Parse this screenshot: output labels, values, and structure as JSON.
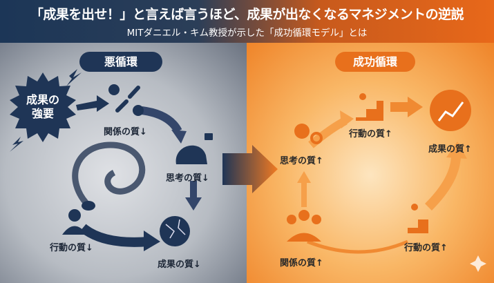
{
  "header": {
    "title": "「成果を出せ！」と言えば言うほど、成果が出なくなるマネジメントの逆説",
    "subtitle": "MITダニエル・キム教授が示した「成功循環モデル」とは"
  },
  "vicious": {
    "title": "悪循環",
    "trigger": "成果の強要",
    "relationship": "関係の質↓",
    "thinking": "思考の質↓",
    "action": "行動の質↓",
    "result": "成果の質↓"
  },
  "virtuous": {
    "title": "成功循環",
    "relationship": "関係の質↑",
    "thinking": "思考の質↑",
    "action_top": "行動の質↑",
    "result": "成果の質↑",
    "action_bottom": "行動の質↑"
  },
  "colors": {
    "navy": "#1f3556",
    "orange": "#e8701c"
  }
}
